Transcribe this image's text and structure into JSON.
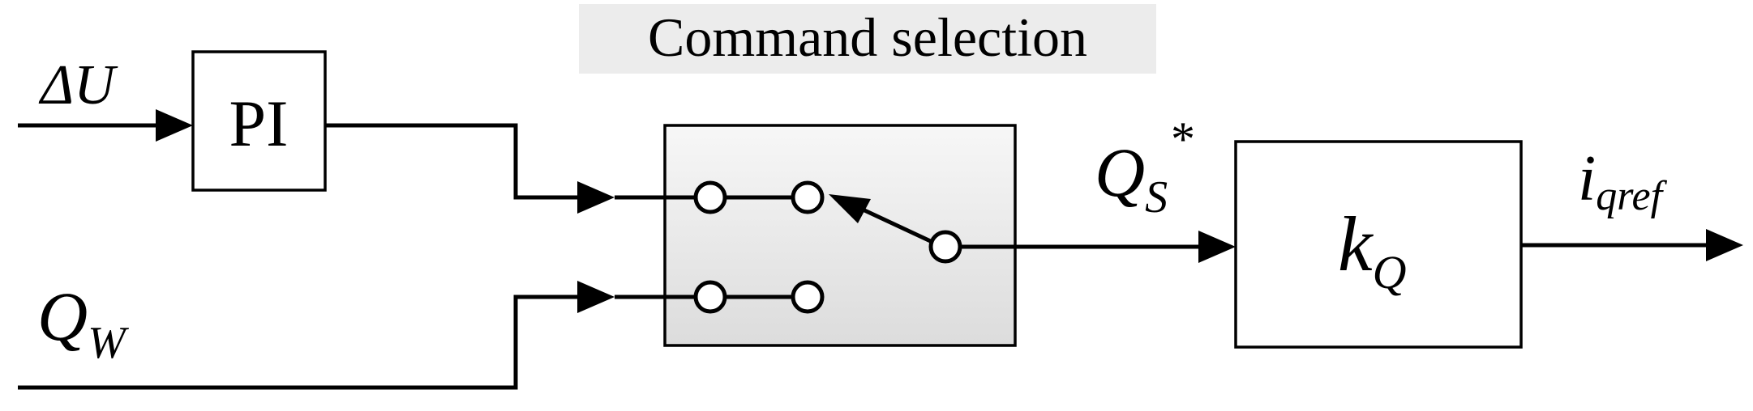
{
  "diagram": {
    "title": "Command selection",
    "inputs": {
      "delta_u": "ΔU",
      "q_w_main": "Q",
      "q_w_sub": "W"
    },
    "blocks": {
      "pi": "PI",
      "gain_main": "k",
      "gain_sub": "Q"
    },
    "signals": {
      "q_s_main": "Q",
      "q_s_sub": "S",
      "q_s_sup": "*",
      "i_main": "i",
      "i_sub": "qref"
    }
  }
}
